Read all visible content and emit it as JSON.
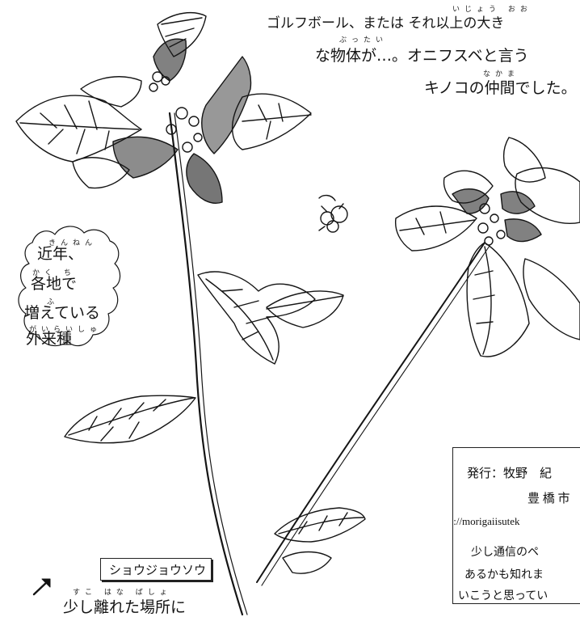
{
  "caption_top": {
    "line1": "ゴルフボール、または それ以上の大き",
    "line1_ruby": "いじょう   おお",
    "line2": "な物体が…。オニフスベと言う",
    "line2_ruby": "ぶったい",
    "line3": "キノコの仲間でした。",
    "line3_ruby": "なかま"
  },
  "bubble": {
    "ruby1": "きんねん",
    "line1": "近年、",
    "ruby2": "かく ち",
    "line2": "各地で",
    "ruby3": "ふ",
    "line3": "増えている",
    "ruby4": "がいらいしゅ",
    "line4": "外来種"
  },
  "plant_label": "ショウジョウソウ",
  "bottom_note": {
    "ruby": "すこ    はな      ばしょ",
    "text": "少し離れた場所に"
  },
  "publisher": {
    "line1": "発行：牧野　紀",
    "line2": "豊 橋 市",
    "url": "http://morigaiisutek",
    "note1": "少し通信のペ",
    "note2": "あるかも知れま",
    "note3": "いこうと思ってい"
  }
}
